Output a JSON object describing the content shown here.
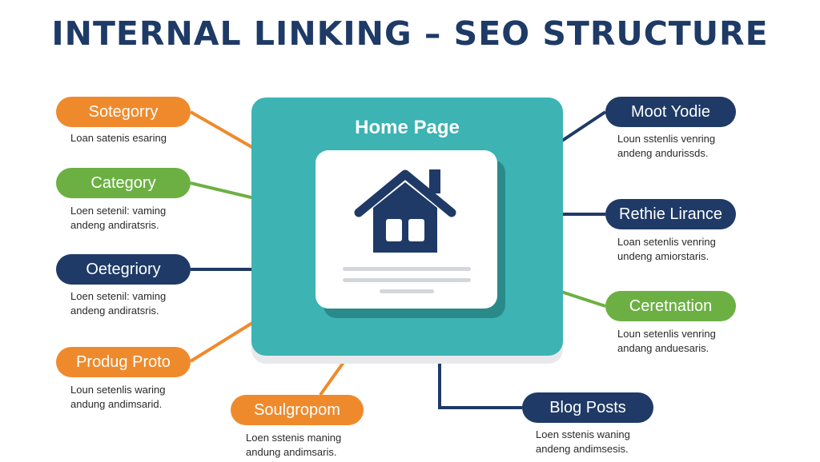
{
  "title": "INTERNAL LINKING – SEO STRUCTURE",
  "hub": {
    "label": "Home Page",
    "icon": "house-icon"
  },
  "nodes": [
    {
      "label": "Sotegorry",
      "color": "#ef8a2c",
      "desc": [
        "Loan satenis esaring"
      ]
    },
    {
      "label": "Category",
      "color": "#6cb043",
      "desc": [
        "Loen setenil: vaming",
        "andeng andiratsris."
      ]
    },
    {
      "label": "Oetegriory",
      "color": "#1f3a66",
      "desc": [
        "Loen setenil: vaming",
        "andeng andiratsris."
      ]
    },
    {
      "label": "Produg Proto",
      "color": "#ef8a2c",
      "desc": [
        "Loun setenlis waring",
        "andung andimsarid."
      ]
    },
    {
      "label": "Soulgropom",
      "color": "#ef8a2c",
      "desc": [
        "Loen sstenis maning",
        "andung andimsaris."
      ]
    },
    {
      "label": "Blog Posts",
      "color": "#1f3a66",
      "desc": [
        "Loen sstenis waning",
        "andeng andimsesis."
      ]
    },
    {
      "label": "Moot Yodie",
      "color": "#1f3a66",
      "desc": [
        "Loun sstenlis venring",
        "andeng andurissds."
      ]
    },
    {
      "label": "Rethie Lirance",
      "color": "#1f3a66",
      "desc": [
        "Loan setenlis venring",
        "undeng amiorstaris."
      ]
    },
    {
      "label": "Ceretnation",
      "color": "#6cb043",
      "desc": [
        "Loun setenlis venring",
        "andang anduesaris."
      ]
    }
  ]
}
